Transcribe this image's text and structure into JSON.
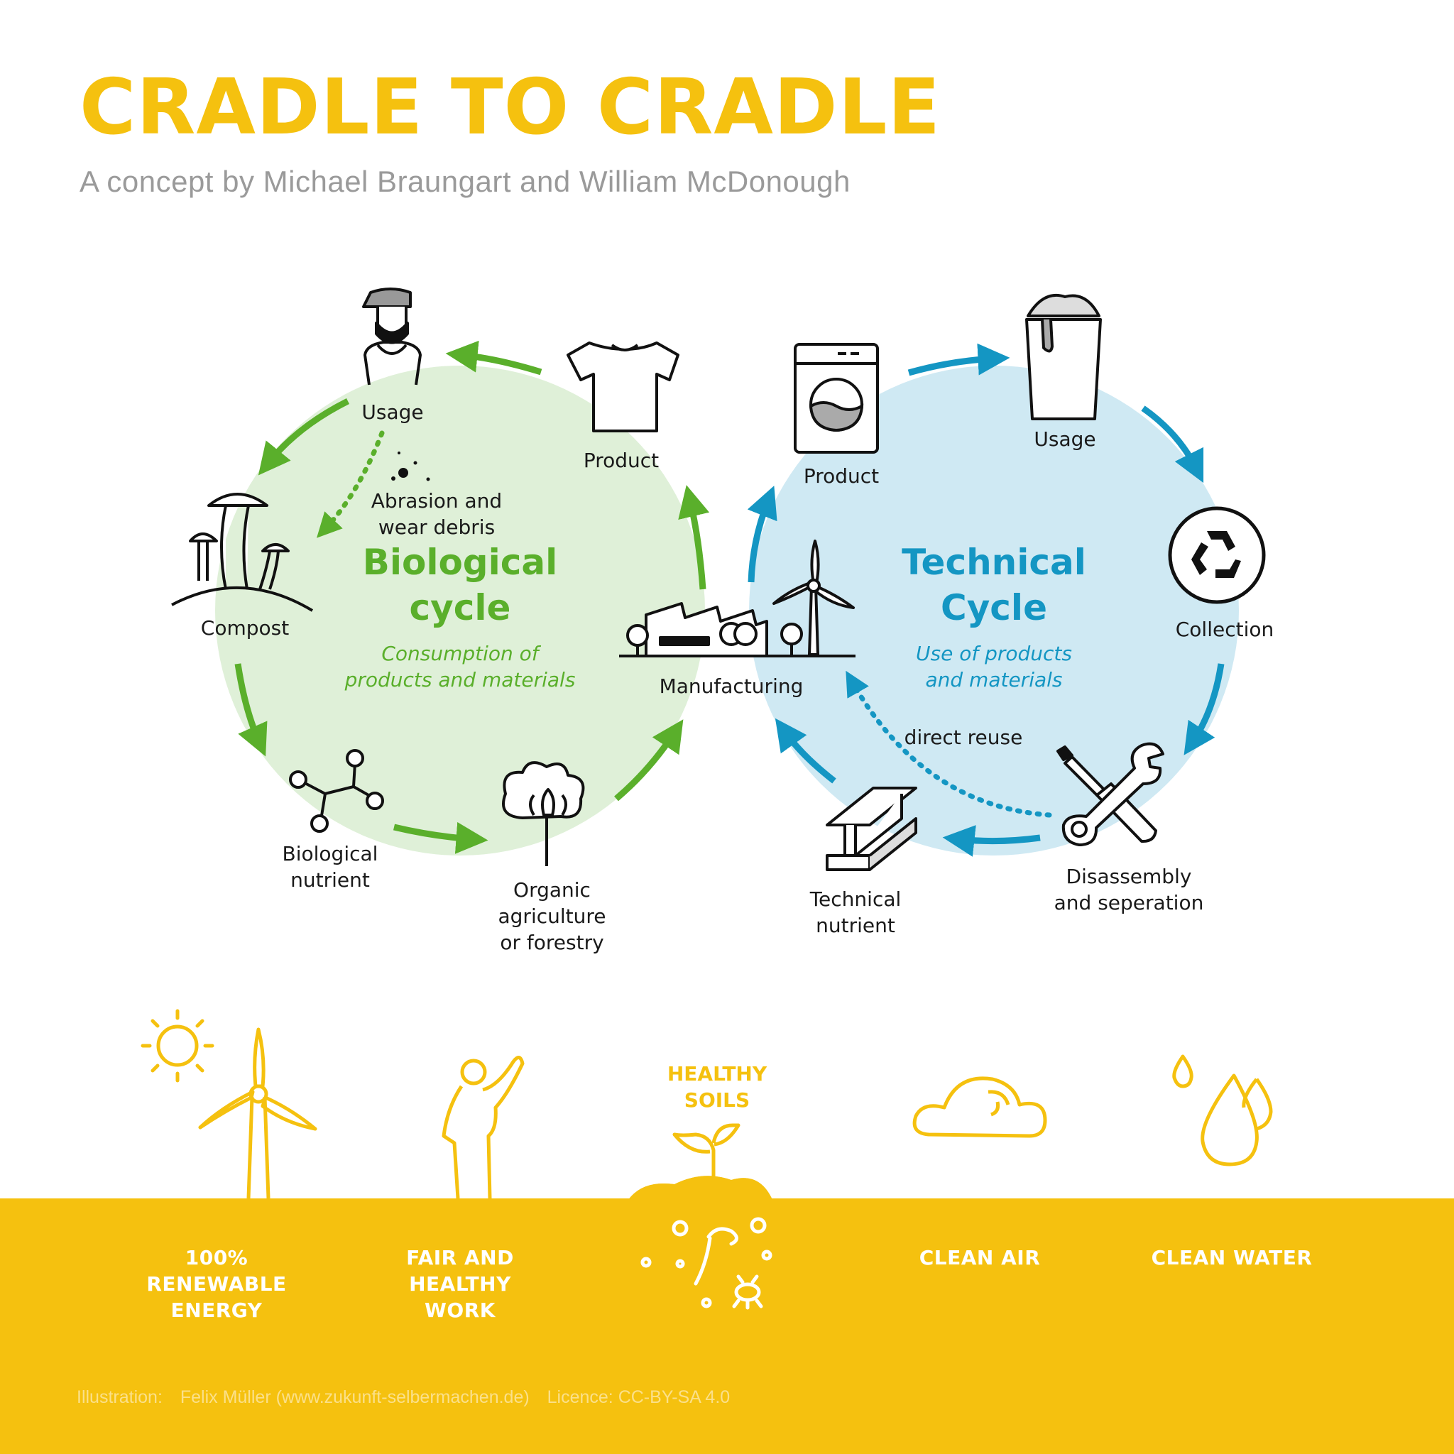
{
  "header": {
    "title": "CRADLE TO CRADLE",
    "subtitle": "A concept by Michael Braungart and William McDonough"
  },
  "biological": {
    "title_line1": "Biological",
    "title_line2": "cycle",
    "sub_line1": "Consumption of",
    "sub_line2": "products and materials",
    "usage": "Usage",
    "product": "Product",
    "abrasion_line1": "Abrasion and",
    "abrasion_line2": "wear debris",
    "compost": "Compost",
    "nutrient_line1": "Biological",
    "nutrient_line2": "nutrient",
    "organic_line1": "Organic",
    "organic_line2": "agriculture",
    "organic_line3": "or forestry"
  },
  "technical": {
    "title_line1": "Technical",
    "title_line2": "Cycle",
    "sub_line1": "Use of products",
    "sub_line2": "and materials",
    "product": "Product",
    "usage": "Usage",
    "collection": "Collection",
    "disassembly_line1": "Disassembly",
    "disassembly_line2": "and seperation",
    "nutrient_line1": "Technical",
    "nutrient_line2": "nutrient",
    "direct_reuse": "direct reuse"
  },
  "manufacturing": "Manufacturing",
  "pillars": {
    "energy_line1": "100%",
    "energy_line2": "RENEWABLE",
    "energy_line3": "ENERGY",
    "work_line1": "FAIR AND",
    "work_line2": "HEALTHY",
    "work_line3": "WORK",
    "soils_line1": "HEALTHY",
    "soils_line2": "SOILS",
    "air": "CLEAN AIR",
    "water": "CLEAN WATER"
  },
  "credit": {
    "illustration_label": "Illustration:",
    "illustration_value": "Felix Müller (www.zukunft-selbermachen.de)",
    "licence": "Licence: CC-BY-SA 4.0"
  },
  "colors": {
    "brand_yellow": "#f5c10f",
    "bio_green": "#5aaf2b",
    "bio_fill": "#dff0d8",
    "tech_blue": "#1496c3",
    "tech_fill": "#cfe9f3"
  }
}
